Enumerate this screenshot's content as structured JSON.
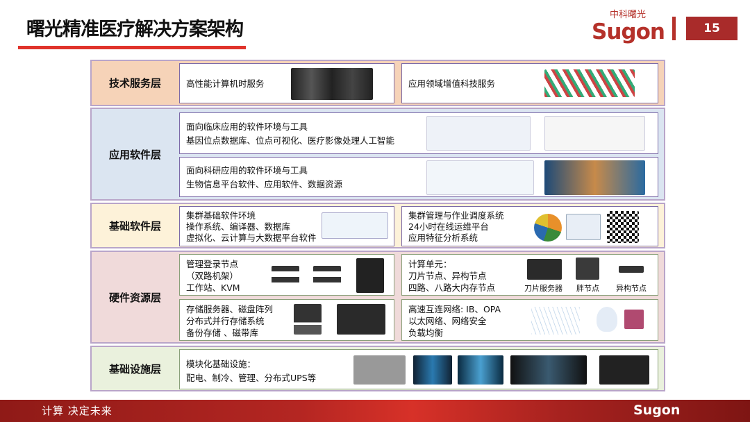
{
  "header": {
    "title": "曙光精准医疗解决方案架构",
    "logo_cn": "中科曙光",
    "logo_en": "Sugon",
    "page_number": "15"
  },
  "layers": [
    {
      "label": "技术服务层",
      "boxes": [
        {
          "lines": [
            "高性能计算机时服务"
          ]
        },
        {
          "lines": [
            "应用领域增值科技服务"
          ]
        }
      ]
    },
    {
      "label": "应用软件层",
      "boxes": [
        {
          "lines": [
            "面向临床应用的软件环境与工具",
            "基因位点数据库、位点可视化、医疗影像处理人工智能"
          ]
        },
        {
          "lines": [
            "面向科研应用的软件环境与工具",
            "生物信息平台软件、应用软件、数据资源"
          ]
        }
      ]
    },
    {
      "label": "基础软件层",
      "boxes": [
        {
          "lines": [
            "集群基础软件环境",
            "操作系统、编译器、数据库",
            "虚拟化、云计算与大数据平台软件"
          ]
        },
        {
          "lines": [
            "集群管理与作业调度系统",
            "24小时在线运维平台",
            "应用特征分析系统"
          ]
        }
      ]
    },
    {
      "label": "硬件资源层",
      "boxes": [
        {
          "lines": [
            "管理登录节点",
            "（双路机架）",
            "工作站、KVM"
          ]
        },
        {
          "lines": [
            "计算单元：",
            "刀片节点、异构节点",
            "四路、八路大内存节点"
          ],
          "captions": [
            "刀片服务器",
            "胖节点",
            "异构节点"
          ]
        },
        {
          "lines": [
            "存储服务器、磁盘阵列",
            "分布式并行存储系统",
            "备份存储 、磁带库"
          ]
        },
        {
          "lines": [
            "高速互连网络: IB、OPA",
            "以太网络、网络安全",
            "负载均衡"
          ]
        }
      ]
    },
    {
      "label": "基础设施层",
      "boxes": [
        {
          "lines": [
            "模块化基础设施：",
            "配电、制冷、管理、分布式UPS等"
          ]
        }
      ]
    }
  ],
  "footer": {
    "slogan": "计算 决定未来",
    "logo": "Sugon"
  },
  "colors": {
    "accent": "#b5312a",
    "layer1": "#f6d3b8",
    "layer2": "#dbe5f1",
    "layer3": "#fdf2d9",
    "layer4": "#f0dada",
    "layer5": "#eaf1dd"
  }
}
